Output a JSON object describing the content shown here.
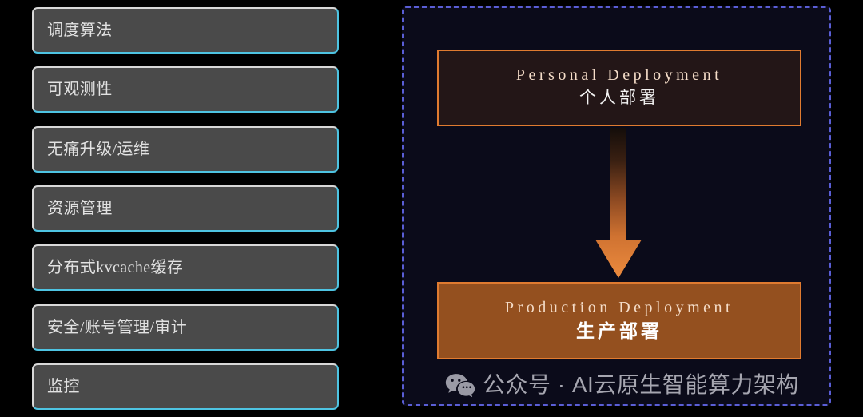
{
  "colors": {
    "page_background": "#000000",
    "item_fill": "#4a4a4a",
    "item_border_light": "#d8d8d8",
    "item_border_accent": "#4ec4e2",
    "panel_background": "#0b0b1a",
    "panel_dashed_border": "#5a5ed6",
    "accent_orange": "#e07b30",
    "personal_box_fill": "#231617",
    "production_box_fill": "#94501f",
    "title_en_text": "#f5ddc9",
    "title_cn_text": "#f2f2f2",
    "watermark_text": "#a6a6b0"
  },
  "left_panel": {
    "items": [
      {
        "label": "调度算法"
      },
      {
        "label": "可观测性"
      },
      {
        "label": "无痛升级/运维"
      },
      {
        "label": "资源管理"
      },
      {
        "label": "分布式kvcache缓存"
      },
      {
        "label": "安全/账号管理/审计"
      },
      {
        "label": "监控"
      }
    ]
  },
  "right_panel": {
    "personal_deployment": {
      "title_en": "Personal Deployment",
      "title_cn": "个人部署"
    },
    "production_deployment": {
      "title_en": "Production Deployment",
      "title_cn": "生产部署"
    },
    "arrow": {
      "direction": "down",
      "from": "Personal Deployment",
      "to": "Production Deployment"
    },
    "watermark": {
      "icon": "wechat-icon",
      "text": "公众号 · AI云原生智能算力架构"
    }
  }
}
